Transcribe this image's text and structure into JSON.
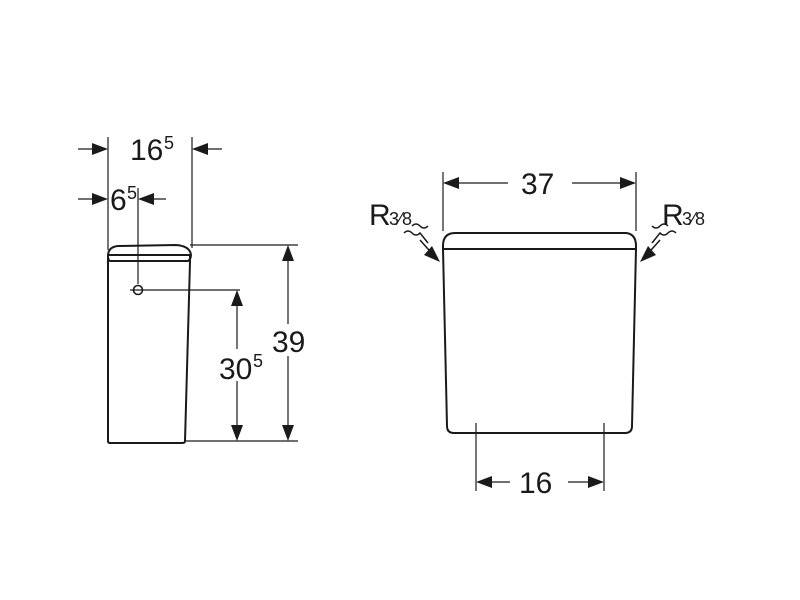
{
  "dimensions": {
    "side_depth": {
      "main": "16",
      "sup": "5"
    },
    "side_offset": {
      "main": "6",
      "sup": "5"
    },
    "side_inlet_height": {
      "main": "30",
      "sup": "5"
    },
    "side_height": {
      "main": "39"
    },
    "front_width": {
      "main": "37"
    },
    "front_base_width": {
      "main": "16"
    },
    "connection_left": {
      "main": "R",
      "sup": "3⁄8"
    },
    "connection_right": {
      "main": "R",
      "sup": "3⁄8"
    }
  },
  "colors": {
    "line": "#1a1a1a",
    "background": "#ffffff"
  }
}
